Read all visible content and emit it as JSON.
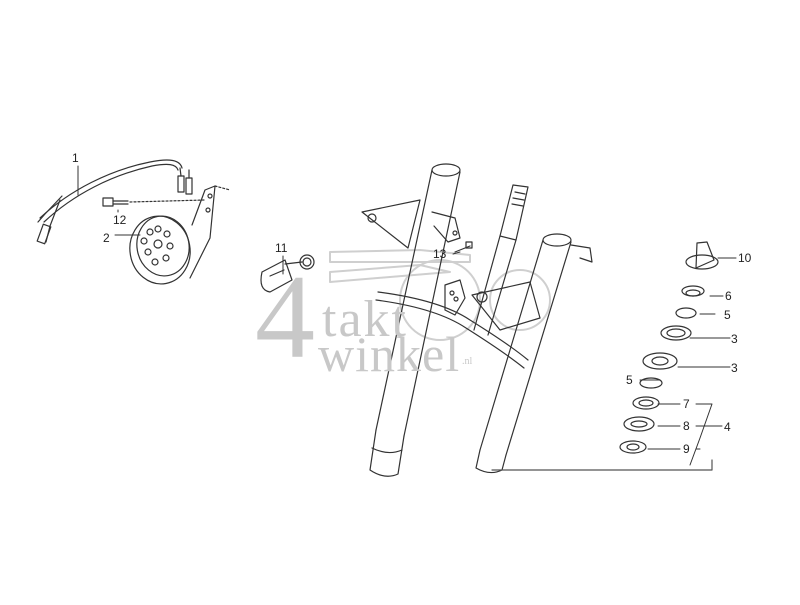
{
  "watermark": {
    "digit": "4",
    "line1": "takt",
    "line2": "winkel",
    "suffix": ".nl",
    "color": "#c8c8c8"
  },
  "parts": [
    {
      "ref": "1",
      "label": "1",
      "description": "wire harness with connectors"
    },
    {
      "ref": "2",
      "label": "2",
      "description": "horn"
    },
    {
      "ref": "3a",
      "label": "3",
      "description": "bearing race (upper)"
    },
    {
      "ref": "3b",
      "label": "3",
      "description": "bearing race (lower)"
    },
    {
      "ref": "4",
      "label": "4",
      "description": "group of 7, 8, 9"
    },
    {
      "ref": "5a",
      "label": "5",
      "description": "ball bearing (upper)"
    },
    {
      "ref": "5b",
      "label": "5",
      "description": "ball bearing (lower)"
    },
    {
      "ref": "6",
      "label": "6",
      "description": "cone race"
    },
    {
      "ref": "7",
      "label": "7",
      "description": "race"
    },
    {
      "ref": "8",
      "label": "8",
      "description": "dust seal"
    },
    {
      "ref": "9",
      "label": "9",
      "description": "washer"
    },
    {
      "ref": "10",
      "label": "10",
      "description": "steering stem nut"
    },
    {
      "ref": "11",
      "label": "11",
      "description": "cable clamp"
    },
    {
      "ref": "12",
      "label": "12",
      "description": "bolt"
    },
    {
      "ref": "13",
      "label": "13",
      "description": "screw"
    }
  ],
  "colors": {
    "line": "#333333",
    "background": "#ffffff"
  }
}
